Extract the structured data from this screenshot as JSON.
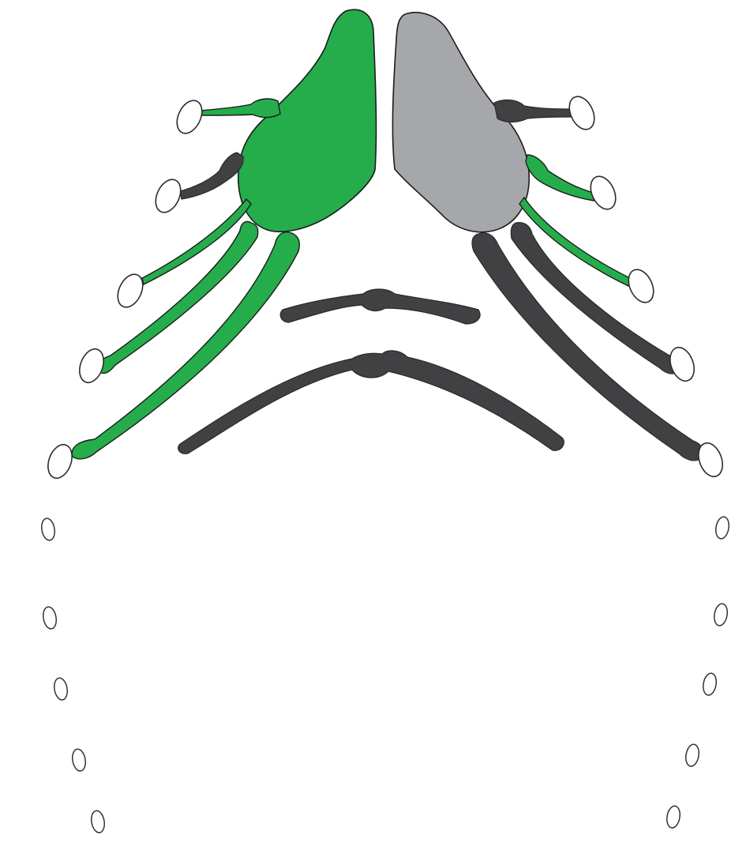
{
  "colors": {
    "highlighted": "#25ad4b",
    "plain": "#a6a7aa",
    "bone_dark": "#414143",
    "background": "#ffffff",
    "outline": "#1c1c1c"
  },
  "diagram": {
    "left_side": {
      "state": "highlighted",
      "elements": [
        "main-lobe",
        "upper-rod",
        "second-rod",
        "third-rod",
        "fourth-rod",
        "fifth-rod"
      ]
    },
    "right_side": {
      "state": "plain",
      "elements": [
        "main-lobe",
        "upper-rod",
        "second-rod",
        "third-rod",
        "fourth-rod",
        "fifth-rod"
      ]
    },
    "central_arches": 2,
    "terminal_nodules_per_side": 10
  }
}
